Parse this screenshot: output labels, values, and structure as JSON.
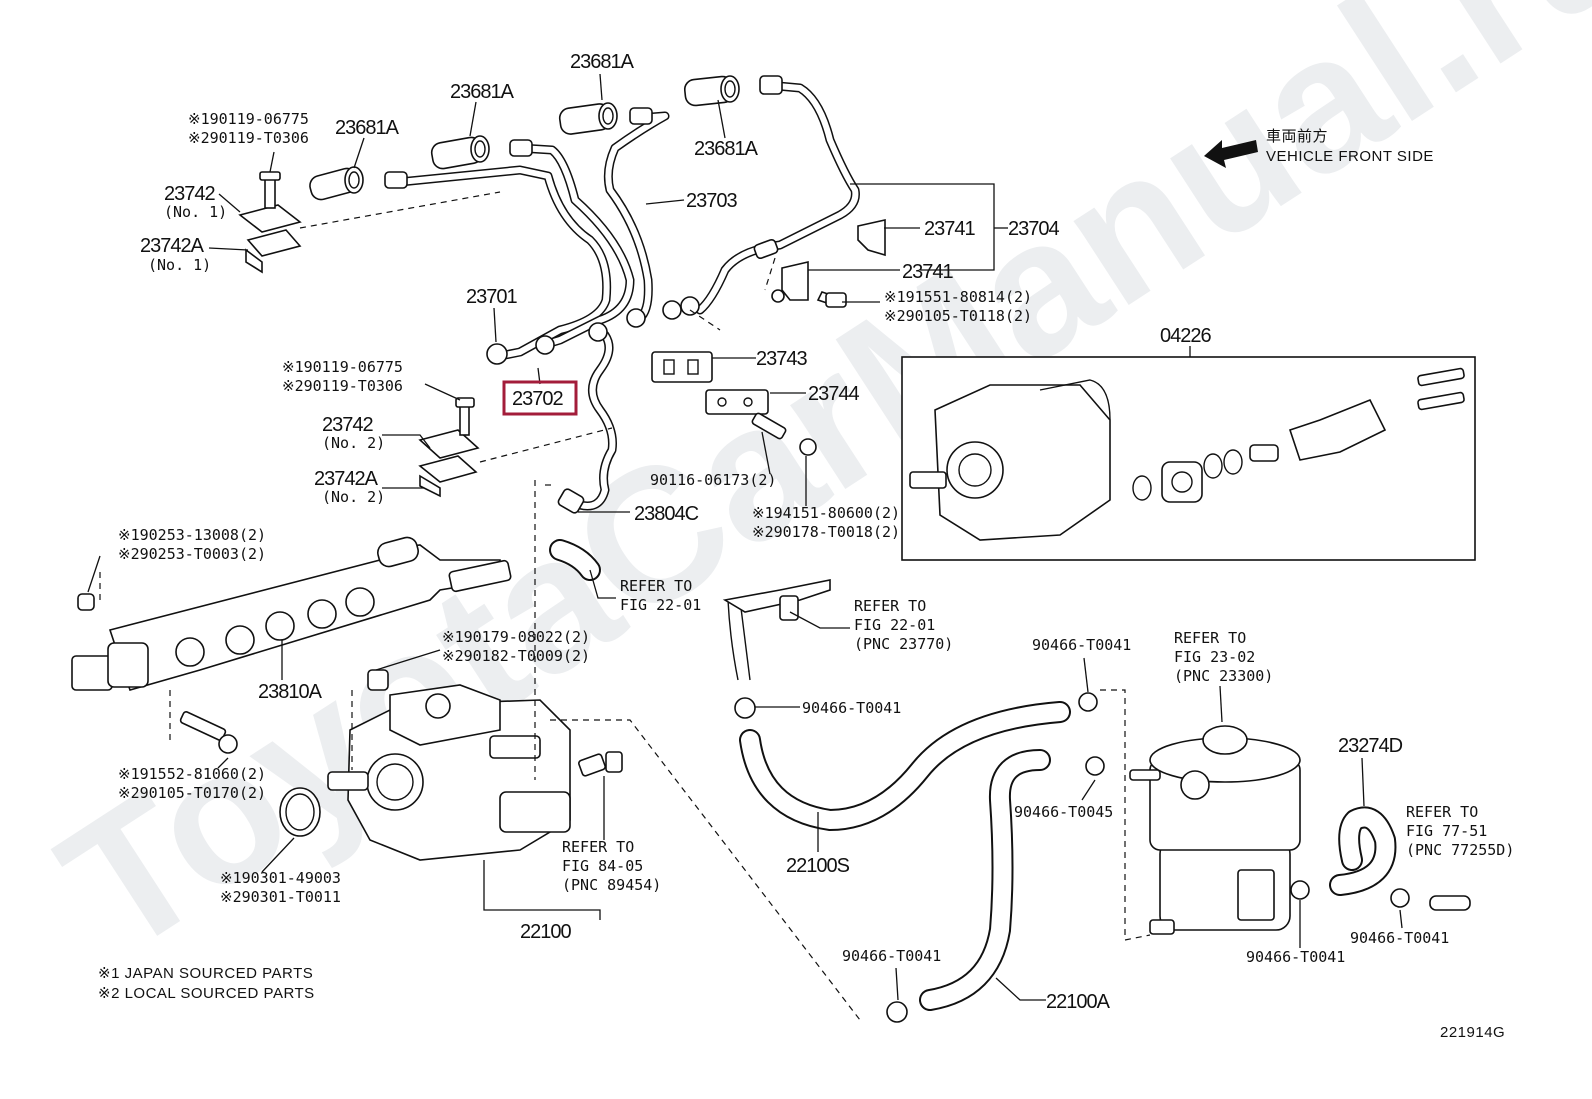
{
  "watermark": "ToyotaCarManual.ru",
  "direction": {
    "line1": "車両前方",
    "line2": "VEHICLE FRONT SIDE"
  },
  "figure_code": "221914G",
  "notes": {
    "n1": "※1 JAPAN SOURCED PARTS",
    "n2": "※2 LOCAL SOURCED PARTS"
  },
  "highlight_color": "#a31c3a",
  "labels": {
    "p23681a_1": "23681A",
    "p23681a_2": "23681A",
    "p23681a_3": "23681A",
    "p23681a_4": "23681A",
    "p23703": "23703",
    "p23741_1": "23741",
    "p23741_2": "23741",
    "p23704": "23704",
    "p23742_1": "23742",
    "p23742_1_sub": "(No. 1)",
    "p23742a_1": "23742A",
    "p23742a_1_sub": "(No. 1)",
    "bolt1_a": "※190119-06775",
    "bolt1_b": "※290119-T0306",
    "p23701": "23701",
    "p23702": "23702",
    "bolt2_a": "※190119-06775",
    "bolt2_b": "※290119-T0306",
    "p23742_2": "23742",
    "p23742_2_sub": "(No. 2)",
    "p23742a_2": "23742A",
    "p23742a_2_sub": "(No. 2)",
    "p23743": "23743",
    "p23744": "23744",
    "bolt3_a": "※191551-80814(2)",
    "bolt3_b": "※290105-T0118(2)",
    "p04226": "04226",
    "p90116": "90116-06173(2)",
    "nut_a": "※194151-80600(2)",
    "nut_b": "※290178-T0018(2)",
    "p23804c": "23804C",
    "cap_a": "※190253-13008(2)",
    "cap_b": "※290253-T0003(2)",
    "ref1_a": "REFER TO",
    "ref1_b": "FIG 22-01",
    "ref2_a": "REFER TO",
    "ref2_b": "FIG 22-01",
    "ref2_c": "(PNC 23770)",
    "p23810a": "23810A",
    "nut2_a": "※190179-08022(2)",
    "nut2_b": "※290182-T0009(2)",
    "clamp1": "90466-T0041",
    "clamp2": "90466-T0041",
    "clamp3": "90466-T0045",
    "clamp4": "90466-T0041",
    "clamp5": "90466-T0041",
    "clamp6": "90466-T0041",
    "ref3_a": "REFER TO",
    "ref3_b": "FIG 23-02",
    "ref3_c": "(PNC 23300)",
    "bolt4_a": "※191552-81060(2)",
    "bolt4_b": "※290105-T0170(2)",
    "ring_a": "※190301-49003",
    "ring_b": "※290301-T0011",
    "ref4_a": "REFER TO",
    "ref4_b": "FIG 84-05",
    "ref4_c": "(PNC 89454)",
    "p22100": "22100",
    "p22100s": "22100S",
    "p22100a": "22100A",
    "p23274d": "23274D",
    "ref5_a": "REFER TO",
    "ref5_b": "FIG 77-51",
    "ref5_c": "(PNC 77255D)"
  }
}
